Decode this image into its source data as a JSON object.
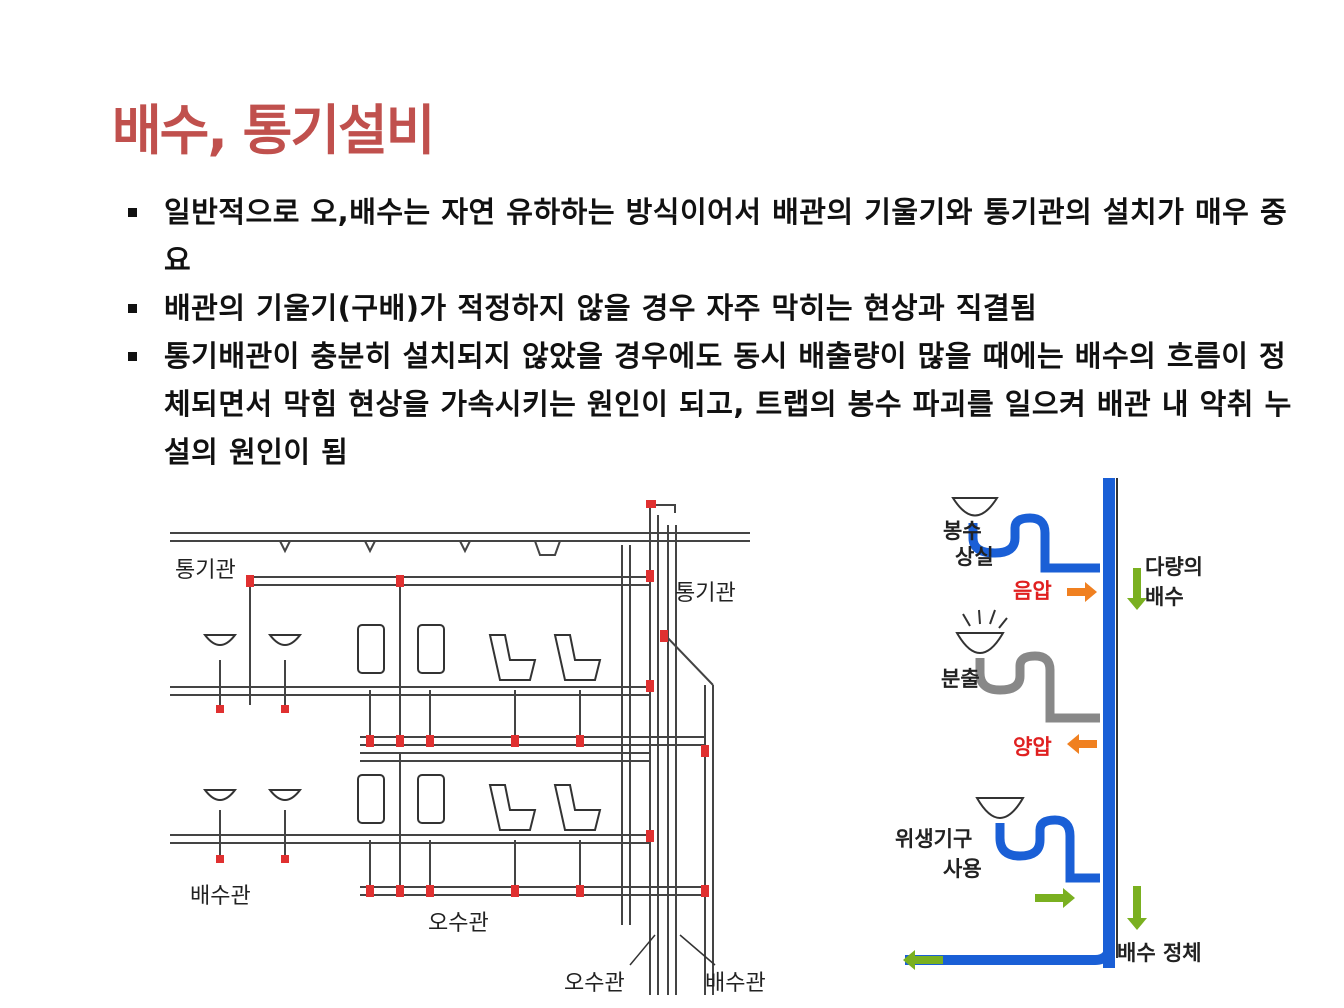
{
  "slide": {
    "title": "배수, 통기설비",
    "bullets": [
      "일반적으로 오,배수는 자연 유하하는 방식이어서 배관의 기울기와 통기관의 설치가 매우 중요",
      "배관의 기울기(구배)가 적정하지 않을 경우 자주 막히는 현상과 직결됨",
      "통기배관이 충분히 설치되지 않았을 경우에도 동시 배출량이 많을 때에는 배수의 흐름이 정체되면서 막힘 현상을 가속시키는 원인이 되고, 트랩의 봉수 파괴를 일으켜 배관 내 악취 누설의 원인이 됨"
    ]
  },
  "left_diagram": {
    "labels": {
      "vent_top": "통기관",
      "vent_right": "통기관",
      "drain_left": "배수관",
      "sewage_mid": "오수관",
      "sewage_bottom": "오수관",
      "drain_bottom": "배수관"
    },
    "colors": {
      "pipe": "#444444",
      "joint": "#e03030"
    }
  },
  "right_diagram": {
    "labels": {
      "seal_loss": [
        "봉수",
        "상실"
      ],
      "negative_pressure": "음압",
      "heavy_drain": [
        "다량의",
        "배수"
      ],
      "blowout": "분출",
      "positive_pressure": "양압",
      "fixture_use": [
        "위생기구",
        "사용"
      ],
      "drain_stagnation": "배수 정체"
    },
    "colors": {
      "water": "#1a5fd6",
      "pressure_text": "#e02020",
      "pressure_arrow": "#f08020",
      "flow_arrow": "#7ab020"
    }
  }
}
